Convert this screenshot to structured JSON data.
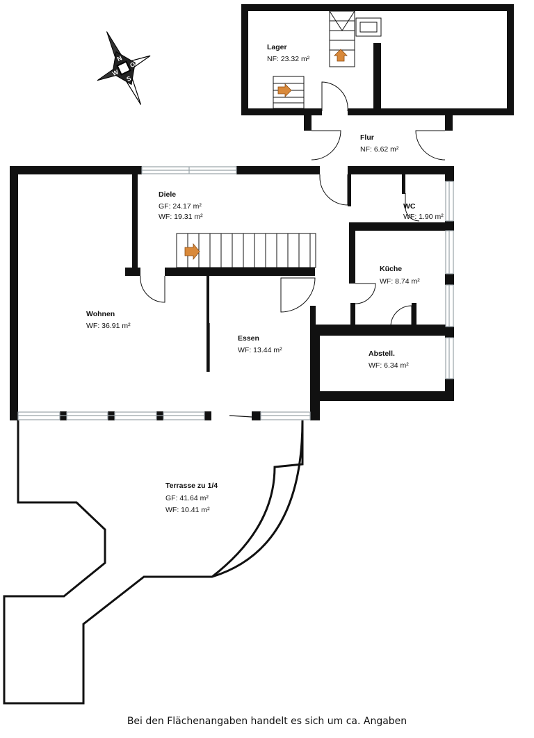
{
  "rooms": [
    {
      "id": "lager",
      "name": "Lager",
      "areas": [
        "NF: 23.32 m²"
      ]
    },
    {
      "id": "flur",
      "name": "Flur",
      "areas": [
        "NF: 6.62 m²"
      ]
    },
    {
      "id": "diele",
      "name": "Diele",
      "areas": [
        "GF: 24.17 m²",
        "WF: 19.31 m²"
      ]
    },
    {
      "id": "wc",
      "name": "WC",
      "areas": [
        "WF: 1.90 m²"
      ]
    },
    {
      "id": "kueche",
      "name": "Küche",
      "areas": [
        "WF: 8.74 m²"
      ]
    },
    {
      "id": "wohnen",
      "name": "Wohnen",
      "areas": [
        "WF: 36.91 m²"
      ]
    },
    {
      "id": "essen",
      "name": "Essen",
      "areas": [
        "WF: 13.44 m²"
      ]
    },
    {
      "id": "abstell",
      "name": "Abstell.",
      "areas": [
        "WF: 6.34 m²"
      ]
    },
    {
      "id": "terrasse",
      "name": "Terrasse zu 1/4",
      "areas": [
        "GF: 41.64 m²",
        "WF: 10.41 m²"
      ]
    }
  ],
  "compass": {
    "letters": [
      "N",
      "O",
      "S",
      "W"
    ]
  },
  "footer": {
    "note": "Bei den Flächenangaben handelt es sich um ca. Angaben"
  },
  "colors": {
    "wall": "#111111",
    "window": "#9aa3a8",
    "stair_arrow": "#d9893a"
  }
}
